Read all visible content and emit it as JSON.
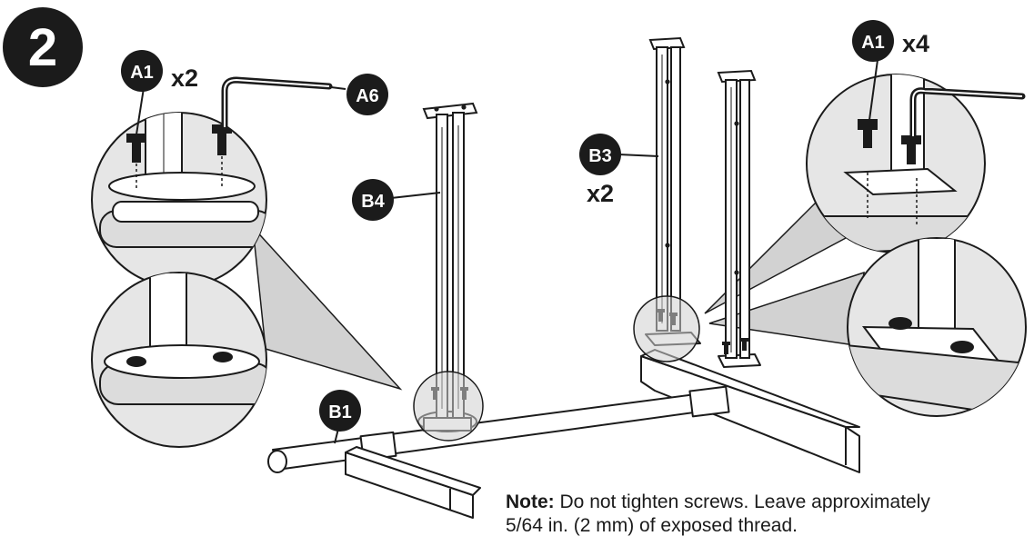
{
  "step": {
    "number": "2"
  },
  "callouts": {
    "a1_left": {
      "label": "A1",
      "qty": "x2"
    },
    "a6": {
      "label": "A6"
    },
    "b4": {
      "label": "B4"
    },
    "b3": {
      "label": "B3",
      "qty": "x2"
    },
    "a1_right": {
      "label": "A1",
      "qty": "x4"
    },
    "b1": {
      "label": "B1"
    }
  },
  "note": {
    "lead": "Note:",
    "line1": "Do not tighten screws. Leave approximately",
    "line2": "5/64 in. (2 mm) of exposed thread."
  },
  "colors": {
    "ink": "#1b1b1b",
    "callout_fill": "#1b1b1b",
    "callout_text": "#ffffff",
    "detail_fill": "#e6e6e6",
    "zoom_cone": "#cfcfcf"
  }
}
